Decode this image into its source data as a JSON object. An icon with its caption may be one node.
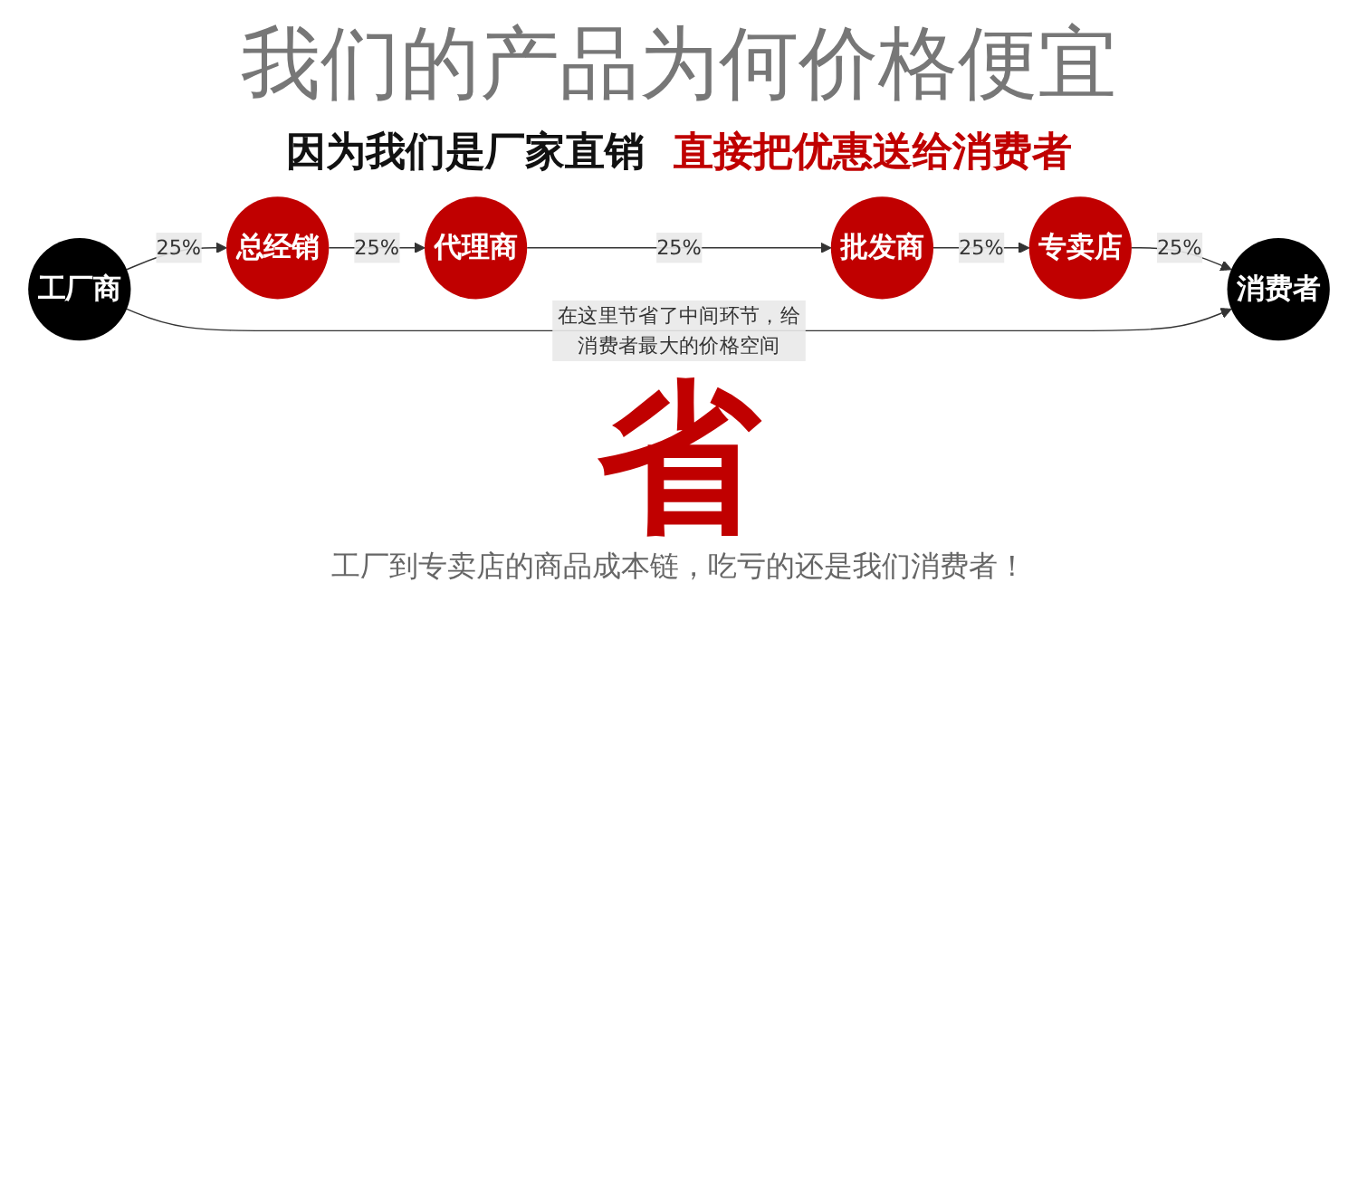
{
  "diagram": {
    "title": "我们的产品为何价格便宜",
    "nodes": [
      {
        "text": [
          "工厂商"
        ]
      },
      {
        "text": [
          "总经销"
        ]
      },
      {
        "text": [
          "代理商"
        ]
      },
      {
        "text": [
          "批发商"
        ]
      },
      {
        "text": [
          "专卖店"
        ]
      },
      {
        "text": [
          "消费者"
        ]
      }
    ],
    "edges": [
      {
        "from": 0,
        "to": 1,
        "arrow": "to",
        "label": "25%"
      },
      {
        "from": 1,
        "to": 2,
        "arrow": "to",
        "label": "25%"
      },
      {
        "from": 2,
        "to": 3,
        "arrow": "to",
        "label": "25%"
      },
      {
        "from": 3,
        "to": 4,
        "arrow": "to",
        "label": "25%"
      },
      {
        "from": 4,
        "to": 5,
        "arrow": "to",
        "label": "25%"
      },
      {
        "from": 0,
        "to": 5,
        "arrow": "to",
        "label": "在这里节省了中间环节，给消费者最大的价格空间"
      }
    ],
    "labels": [
      "因为我们是厂家直销",
      "直接把优惠送给消费者",
      "省"
    ],
    "caption": "工厂到专卖店的商品成本链，吃亏的还是我们消费者！"
  }
}
